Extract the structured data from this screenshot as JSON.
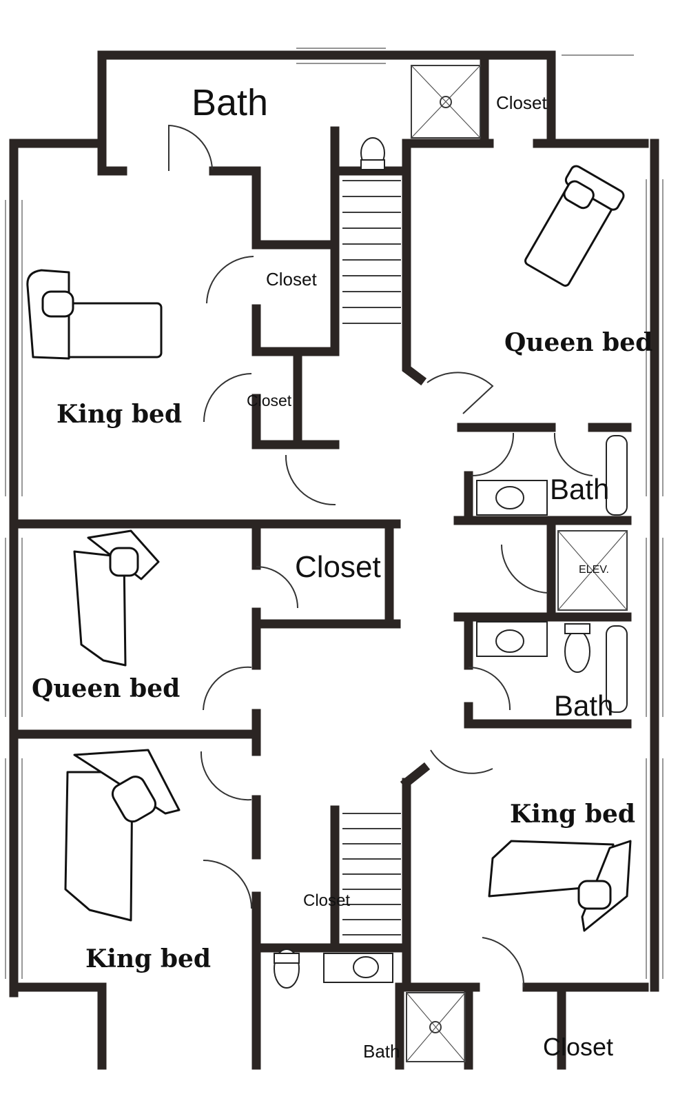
{
  "rooms": {
    "bath_top": "Bath",
    "closet_top_right": "Closet",
    "closet_upper_mid": "Closet",
    "closet_small_mid": "Closet",
    "king_bed_upper_left": "King bed",
    "queen_bed_upper_right": "Queen bed",
    "bath_mid_upper": "Bath",
    "closet_mid_left": "Closet",
    "elevator": "ELEV.",
    "queen_bed_mid_left": "Queen bed",
    "bath_mid_lower": "Bath",
    "king_bed_lower_right": "King bed",
    "king_bed_lower_left": "King bed",
    "closet_lower_mid": "Closet",
    "bath_bottom": "Bath",
    "closet_bottom_right": "Closet"
  }
}
